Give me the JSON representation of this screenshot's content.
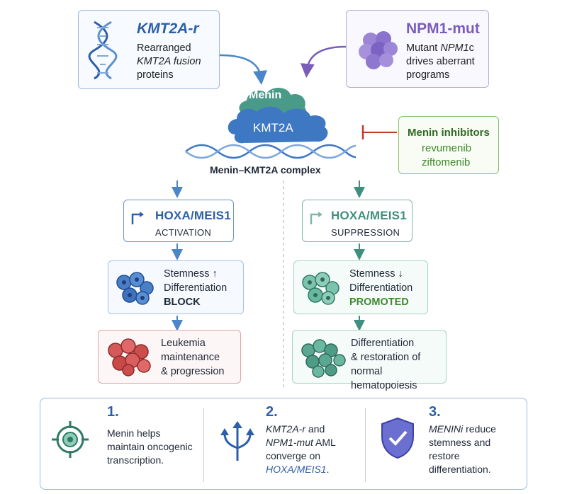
{
  "top_left": {
    "title": "KMT2A-r",
    "lines": [
      "Rearranged",
      "KMT2A fusion",
      "proteins"
    ]
  },
  "top_right": {
    "title": "NPM1-mut",
    "lines": [
      "Mutant NPM1c",
      "drives aberrant",
      "programs"
    ]
  },
  "complex": {
    "menin": "Menin",
    "kmt2a": "KMT2A",
    "label": "Menin–KMT2A complex"
  },
  "inhibitors": {
    "title": "Menin inhibitors",
    "drugs": [
      "revumenib",
      "ziftomenib"
    ]
  },
  "left_path": {
    "promoter_title": "HOXA/MEIS1",
    "promoter_state": "ACTIVATION",
    "cell_lines": [
      "Stemness ↑",
      "Differentiation",
      "BLOCK"
    ],
    "outcome_lines": [
      "Leukemia",
      "maintenance",
      "& progression"
    ]
  },
  "right_path": {
    "promoter_title": "HOXA/MEIS1",
    "promoter_state": "SUPPRESSION",
    "cell_lines": [
      "Stemness ↓",
      "Differentiation",
      "PROMOTED"
    ],
    "outcome_lines": [
      "Differentiation",
      "& restoration of",
      "normal hematopoiesis"
    ]
  },
  "summary": [
    {
      "num": "1.",
      "lines": [
        "Menin helps",
        "maintain oncogenic",
        "transcription."
      ],
      "icon": "target-icon"
    },
    {
      "num": "2.",
      "lines": [
        "KMT2A-r and",
        "NPM1-mut AML",
        "converge on",
        "HOXA/MEIS1."
      ],
      "icon": "converging-arrows-icon"
    },
    {
      "num": "3.",
      "lines": [
        "MENINi reduce",
        "stemness and",
        "restore",
        "differentiation."
      ],
      "icon": "shield-check-icon"
    }
  ],
  "colors": {
    "blue": "#2d5fa8",
    "purple": "#7a5db8",
    "teal": "#3f8f7f",
    "green": "#3f8a2c",
    "red": "#c0392b"
  }
}
